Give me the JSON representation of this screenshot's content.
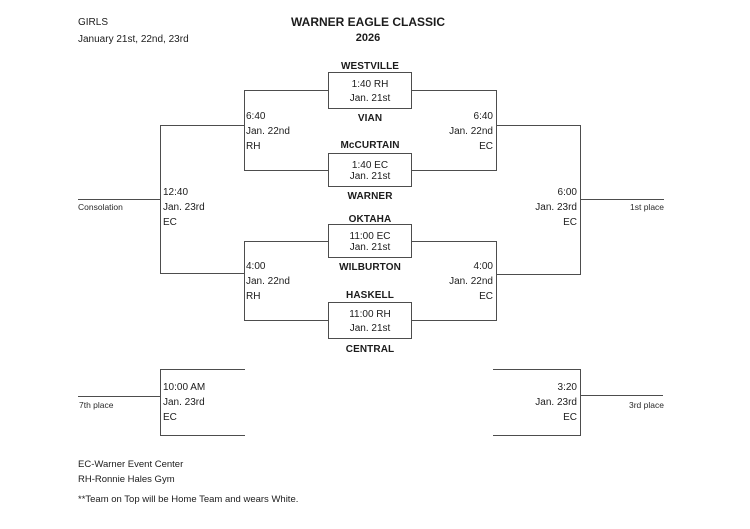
{
  "header": {
    "division": "GIRLS",
    "dates": "January 21st, 22nd, 23rd",
    "title": "WARNER EAGLE CLASSIC",
    "year": "2026"
  },
  "first_round_games": [
    {
      "top_team": "WESTVILLE",
      "time": "1:40 RH",
      "date": "Jan. 21st",
      "bottom_team": "VIAN"
    },
    {
      "top_team": "McCURTAIN",
      "time": "1:40 EC",
      "date": "Jan. 21st",
      "bottom_team": "WARNER"
    },
    {
      "top_team": "OKTAHA",
      "time": "11:00 EC",
      "date": "Jan. 21st",
      "bottom_team": "WILBURTON"
    },
    {
      "top_team": "HASKELL",
      "time": "11:00 RH",
      "date": "Jan. 21st",
      "bottom_team": "CENTRAL"
    }
  ],
  "second_round": {
    "cons_semi_top": {
      "time": "6:40",
      "date": "Jan. 22nd",
      "venue": "RH"
    },
    "cons_semi_bottom": {
      "time": "4:00",
      "date": "Jan. 22nd",
      "venue": "RH"
    },
    "champ_semi_top": {
      "time": "6:40",
      "date": "Jan. 22nd",
      "venue": "EC"
    },
    "champ_semi_bottom": {
      "time": "4:00",
      "date": "Jan. 22nd",
      "venue": "EC"
    }
  },
  "finals": {
    "consolation": {
      "time": "12:40",
      "date": "Jan. 23rd",
      "venue": "EC",
      "label": "Consolation"
    },
    "first_place": {
      "time": "6:00",
      "date": "Jan. 23rd",
      "venue": "EC",
      "label": "1st place"
    },
    "seventh_place": {
      "time": "10:00 AM",
      "date": "Jan. 23rd",
      "venue": "EC",
      "label": "7th place"
    },
    "third_place": {
      "time": "3:20",
      "date": "Jan. 23rd",
      "venue": "EC",
      "label": "3rd place"
    }
  },
  "legend": {
    "ec_key": "EC-Warner Event Center",
    "rh_key": "RH-Ronnie Hales Gym",
    "note": "**Team on Top will be Home Team and wears White."
  },
  "colors": {
    "line": "#4d4d4d",
    "text": "#1c1c1c",
    "background": "#ffffff"
  }
}
